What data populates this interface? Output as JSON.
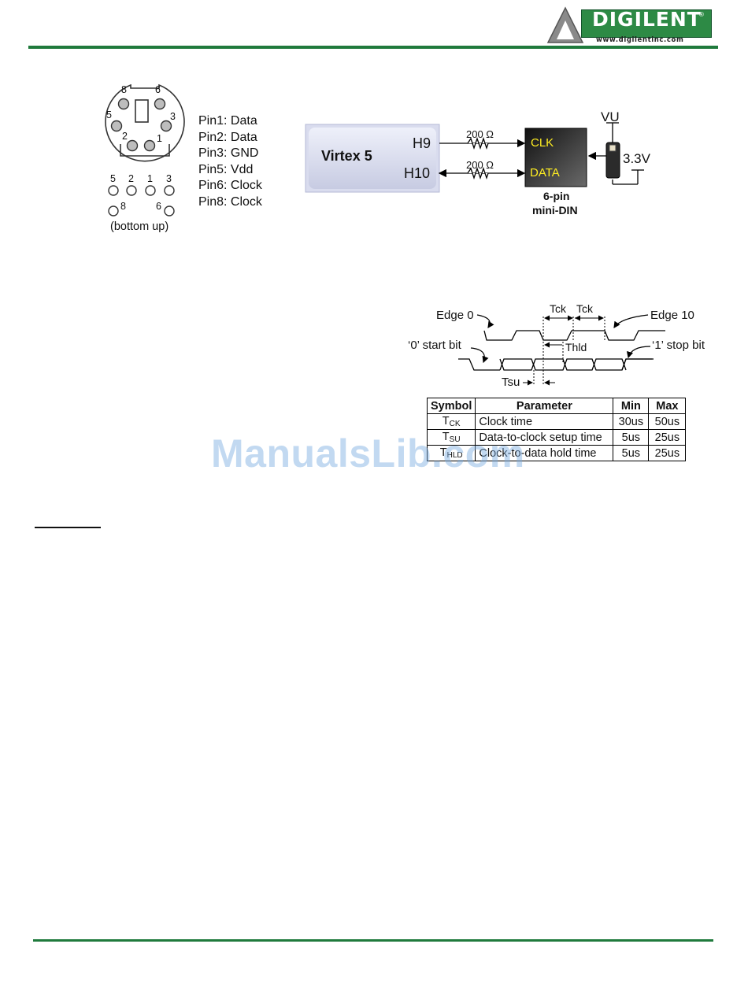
{
  "header": {
    "logo_text": "DIGILENT",
    "logo_url": "www.digilentinc.com"
  },
  "connector": {
    "top_pins": [
      "8",
      "6",
      "5",
      "3",
      "2",
      "1"
    ],
    "bottom_pins": [
      "5",
      "2",
      "1",
      "3",
      "8",
      "6"
    ],
    "bottom_caption": "(bottom up)",
    "pin_list": [
      "Pin1: Data",
      "Pin2: Data",
      "Pin3: GND",
      "Pin5: Vdd",
      "Pin6: Clock",
      "Pin8: Clock"
    ]
  },
  "circuit": {
    "fpga_label": "Virtex 5",
    "pin_h9": "H9",
    "pin_h10": "H10",
    "resistor_1": "200 Ω",
    "resistor_2": "200 Ω",
    "clk_label": "CLK",
    "data_label": "DATA",
    "connector_label_1": "6-pin",
    "connector_label_2": "mini-DIN",
    "vu_label": "VU",
    "v33_label": "3.3V"
  },
  "timing": {
    "edge0": "Edge 0",
    "edge10": "Edge 10",
    "tck1": "Tck",
    "tck2": "Tck",
    "thld": "Thld",
    "start_bit": "‘0’ start bit",
    "stop_bit": "‘1’ stop bit",
    "tsu": "Tsu"
  },
  "table": {
    "headers": [
      "Symbol",
      "Parameter",
      "Min",
      "Max"
    ],
    "rows": [
      {
        "sym": "T",
        "sub": "CK",
        "param": "Clock time",
        "min": "30us",
        "max": "50us"
      },
      {
        "sym": "T",
        "sub": "SU",
        "param": "Data-to-clock setup time",
        "min": "5us",
        "max": "25us"
      },
      {
        "sym": "T",
        "sub": "HLD",
        "param": "Clock-to-data hold time",
        "min": "5us",
        "max": "25us"
      }
    ]
  },
  "watermark": "ManualsLib.com",
  "colors": {
    "brand_green": "#1f7a3c",
    "signal_yellow": "#ffee22",
    "watermark_blue": "#78aae1"
  }
}
